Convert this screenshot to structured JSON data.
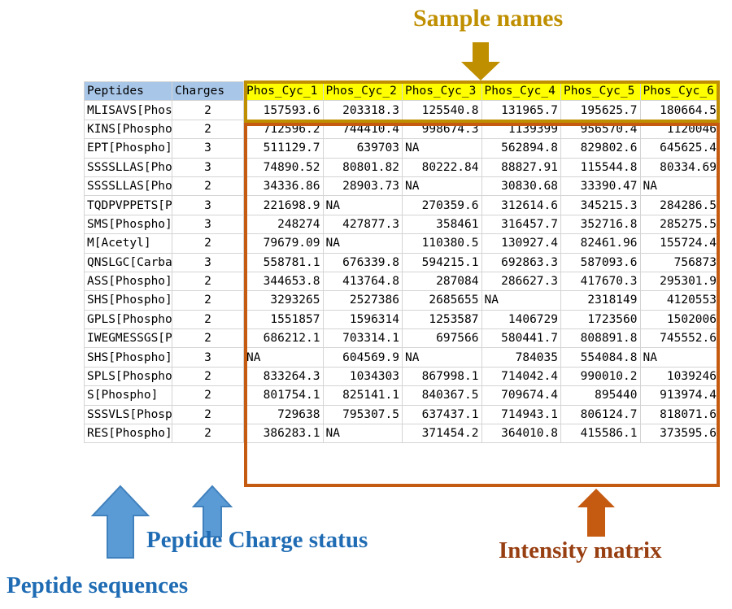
{
  "annotations": {
    "sample_names": "Sample names",
    "peptide_charge_status": "Peptide Charge status",
    "peptide_sequences": "Peptide sequences",
    "intensity_matrix": "Intensity matrix"
  },
  "colors": {
    "sample_names_gold": "#bf8f00",
    "annotation_blue": "#1f6cb4",
    "intensity_orange": "#983f12",
    "arrow_blue_fill": "#5b9bd5",
    "arrow_orange_fill": "#c55a11",
    "arrow_gold_fill": "#bf8f00",
    "header_blue_fill": "#a8c6e8",
    "sample_header_yellow": "#ffff00",
    "matrix_border": "#c55a11",
    "sample_border": "#bf8f00",
    "grid_line": "#d4d4d4"
  },
  "table": {
    "headers": {
      "peptides": "Peptides",
      "charges": "Charges",
      "samples": [
        "Phos_Cyc_1",
        "Phos_Cyc_2",
        "Phos_Cyc_3",
        "Phos_Cyc_4",
        "Phos_Cyc_5",
        "Phos_Cyc_6"
      ]
    },
    "rows": [
      {
        "peptide": "MLISAVS[Phospho]",
        "charge": "2",
        "values": [
          "157593.6",
          "203318.3",
          "125540.8",
          "131965.7",
          "195625.7",
          "180664.5"
        ]
      },
      {
        "peptide": "KINS[Phospho]",
        "charge": "2",
        "values": [
          "712596.2",
          "744410.4",
          "998674.3",
          "1139399",
          "956570.4",
          "1120046"
        ]
      },
      {
        "peptide": "EPT[Phospho]",
        "charge": "3",
        "values": [
          "511129.7",
          "639703",
          "NA",
          "562894.8",
          "829802.6",
          "645625.4"
        ]
      },
      {
        "peptide": "SSSSLLAS[Phospho]",
        "charge": "3",
        "values": [
          "74890.52",
          "80801.82",
          "80222.84",
          "88827.91",
          "115544.8",
          "80334.69"
        ]
      },
      {
        "peptide": "SSSSLLAS[Phospho]",
        "charge": "2",
        "values": [
          "34336.86",
          "28903.73",
          "NA",
          "30830.68",
          "33390.47",
          "NA"
        ]
      },
      {
        "peptide": "TQDPVPPETS[Phospho]",
        "charge": "3",
        "values": [
          "221698.9",
          "NA",
          "270359.6",
          "312614.6",
          "345215.3",
          "284286.5"
        ]
      },
      {
        "peptide": "SMS[Phospho]",
        "charge": "3",
        "values": [
          "248274",
          "427877.3",
          "358461",
          "316457.7",
          "352716.8",
          "285275.5"
        ]
      },
      {
        "peptide": "M[Acetyl]",
        "charge": "2",
        "values": [
          "79679.09",
          "NA",
          "110380.5",
          "130927.4",
          "82461.96",
          "155724.4"
        ]
      },
      {
        "peptide": "QNSLGC[Carbamidomethyl]",
        "charge": "3",
        "values": [
          "558781.1",
          "676339.8",
          "594215.1",
          "692863.3",
          "587093.6",
          "756873"
        ]
      },
      {
        "peptide": "ASS[Phospho]",
        "charge": "2",
        "values": [
          "344653.8",
          "413764.8",
          "287084",
          "286627.3",
          "417670.3",
          "295301.9"
        ]
      },
      {
        "peptide": "SHS[Phospho]",
        "charge": "2",
        "values": [
          "3293265",
          "2527386",
          "2685655",
          "NA",
          "2318149",
          "4120553"
        ]
      },
      {
        "peptide": "GPLS[Phospho]",
        "charge": "2",
        "values": [
          "1551857",
          "1596314",
          "1253587",
          "1406729",
          "1723560",
          "1502006"
        ]
      },
      {
        "peptide": "IWEGMESSGS[Phospho]",
        "charge": "2",
        "values": [
          "686212.1",
          "703314.1",
          "697566",
          "580441.7",
          "808891.8",
          "745552.6"
        ]
      },
      {
        "peptide": "SHS[Phospho]",
        "charge": "3",
        "values": [
          "NA",
          "604569.9",
          "NA",
          "784035",
          "554084.8",
          "NA"
        ]
      },
      {
        "peptide": "SPLS[Phospho]",
        "charge": "2",
        "values": [
          "833264.3",
          "1034303",
          "867998.1",
          "714042.4",
          "990010.2",
          "1039246"
        ]
      },
      {
        "peptide": "S[Phospho]",
        "charge": "2",
        "values": [
          "801754.1",
          "825141.1",
          "840367.5",
          "709674.4",
          "895440",
          "913974.4"
        ]
      },
      {
        "peptide": "SSSVLS[Phospho]",
        "charge": "2",
        "values": [
          "729638",
          "795307.5",
          "637437.1",
          "714943.1",
          "806124.7",
          "818071.6"
        ]
      },
      {
        "peptide": "RES[Phospho]",
        "charge": "2",
        "values": [
          "386283.1",
          "NA",
          "371454.2",
          "364010.8",
          "415586.1",
          "373595.6"
        ]
      }
    ]
  }
}
